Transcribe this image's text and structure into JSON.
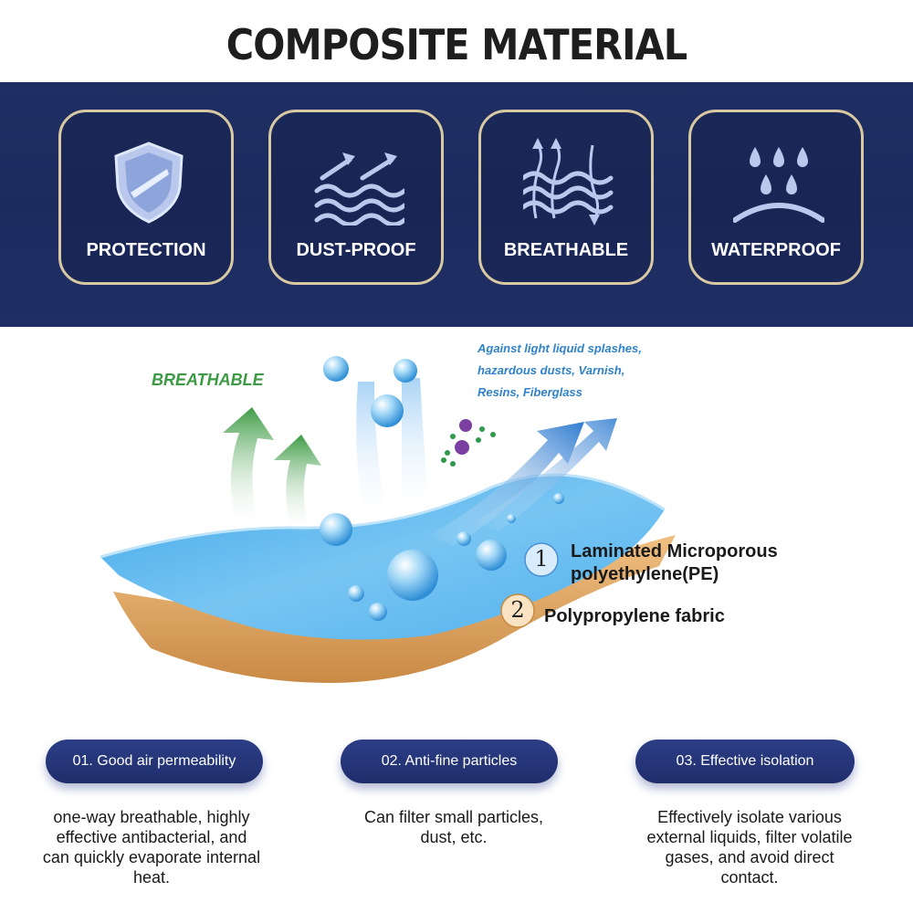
{
  "header": {
    "title": "COMPOSITE MATERIAL"
  },
  "features": [
    {
      "label": "PROTECTION",
      "icon": "shield-icon"
    },
    {
      "label": "DUST-PROOF",
      "icon": "wind-waves-icon"
    },
    {
      "label": "BREATHABLE",
      "icon": "air-flow-icon"
    },
    {
      "label": "WATERPROOF",
      "icon": "water-drops-icon"
    }
  ],
  "diagram": {
    "breathable_label": "BREATHABLE",
    "protection_note": [
      "Against light liquid splashes,",
      "hazardous dusts, Varnish,",
      "Resins, Fiberglass"
    ],
    "layers": [
      {
        "number": "1",
        "label_line1": "Laminated Microporous",
        "label_line2": "polyethylene(PE)"
      },
      {
        "number": "2",
        "label_line1": "Polypropylene fabric"
      }
    ]
  },
  "benefits": [
    {
      "title": "01. Good air permeability",
      "desc": [
        "one-way breathable, highly",
        "effective antibacterial, and",
        "can quickly evaporate internal",
        "heat."
      ]
    },
    {
      "title": "02. Anti-fine particles",
      "desc": [
        "Can filter small particles,",
        "dust, etc."
      ]
    },
    {
      "title": "03. Effective isolation",
      "desc": [
        "Effectively isolate various",
        "external liquids, filter volatile",
        "gases, and avoid direct",
        "contact."
      ]
    }
  ],
  "colors": {
    "band": "#1c2b5e",
    "frame": "#d8c9a3",
    "icon": "#b9c8ec",
    "film": "#5fb6ec",
    "fabric": "#e3a663",
    "pill": "#24347a",
    "note": "#2f82c9",
    "green": "#3d9a44"
  }
}
